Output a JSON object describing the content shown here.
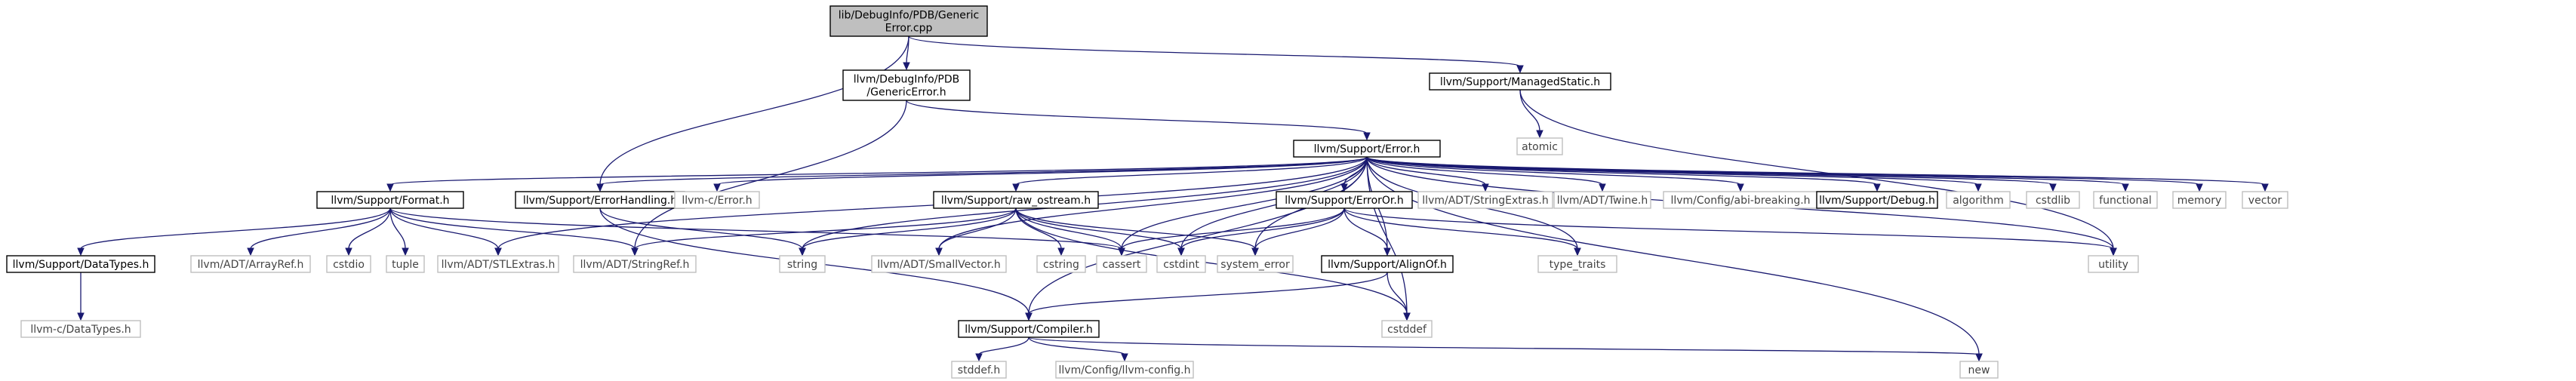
{
  "graph": {
    "colors": {
      "edge": "#191970",
      "node_border": "#000000",
      "external_border": "#bfbfbf",
      "node_text": "#000000",
      "external_text": "#444444",
      "root_fill": "#bfbfbf",
      "node_fill": "#ffffff"
    },
    "nodes": [
      {
        "id": "root",
        "lines": [
          "lib/DebugInfo/PDB/Generic",
          "Error.cpp"
        ],
        "kind": "root"
      },
      {
        "id": "pdb_generic",
        "lines": [
          "llvm/DebugInfo/PDB",
          "/GenericError.h"
        ],
        "kind": "local"
      },
      {
        "id": "managedstatic",
        "lines": [
          "llvm/Support/ManagedStatic.h"
        ],
        "kind": "local"
      },
      {
        "id": "atomic",
        "lines": [
          "atomic"
        ],
        "kind": "external"
      },
      {
        "id": "error_h",
        "lines": [
          "llvm/Support/Error.h"
        ],
        "kind": "local"
      },
      {
        "id": "format_h",
        "lines": [
          "llvm/Support/Format.h"
        ],
        "kind": "local"
      },
      {
        "id": "errorhandling",
        "lines": [
          "llvm/Support/ErrorHandling.h"
        ],
        "kind": "local"
      },
      {
        "id": "c_error",
        "lines": [
          "llvm-c/Error.h"
        ],
        "kind": "external"
      },
      {
        "id": "raw_ostream",
        "lines": [
          "llvm/Support/raw_ostream.h"
        ],
        "kind": "local"
      },
      {
        "id": "erroror",
        "lines": [
          "llvm/Support/ErrorOr.h"
        ],
        "kind": "local"
      },
      {
        "id": "stringextras",
        "lines": [
          "llvm/ADT/StringExtras.h"
        ],
        "kind": "external"
      },
      {
        "id": "twine",
        "lines": [
          "llvm/ADT/Twine.h"
        ],
        "kind": "external"
      },
      {
        "id": "abi_breaking",
        "lines": [
          "llvm/Config/abi-breaking.h"
        ],
        "kind": "external"
      },
      {
        "id": "debug_h",
        "lines": [
          "llvm/Support/Debug.h"
        ],
        "kind": "local"
      },
      {
        "id": "algorithm",
        "lines": [
          "algorithm"
        ],
        "kind": "external"
      },
      {
        "id": "cstdlib",
        "lines": [
          "cstdlib"
        ],
        "kind": "external"
      },
      {
        "id": "functional",
        "lines": [
          "functional"
        ],
        "kind": "external"
      },
      {
        "id": "memory",
        "lines": [
          "memory"
        ],
        "kind": "external"
      },
      {
        "id": "vector",
        "lines": [
          "vector"
        ],
        "kind": "external"
      },
      {
        "id": "datatypes",
        "lines": [
          "llvm/Support/DataTypes.h"
        ],
        "kind": "local"
      },
      {
        "id": "arrayref",
        "lines": [
          "llvm/ADT/ArrayRef.h"
        ],
        "kind": "external"
      },
      {
        "id": "cstdio",
        "lines": [
          "cstdio"
        ],
        "kind": "external"
      },
      {
        "id": "tuple",
        "lines": [
          "tuple"
        ],
        "kind": "external"
      },
      {
        "id": "stlextras",
        "lines": [
          "llvm/ADT/STLExtras.h"
        ],
        "kind": "external"
      },
      {
        "id": "stringref",
        "lines": [
          "llvm/ADT/StringRef.h"
        ],
        "kind": "external"
      },
      {
        "id": "string",
        "lines": [
          "string"
        ],
        "kind": "external"
      },
      {
        "id": "smallvector",
        "lines": [
          "llvm/ADT/SmallVector.h"
        ],
        "kind": "external"
      },
      {
        "id": "cstring",
        "lines": [
          "cstring"
        ],
        "kind": "external"
      },
      {
        "id": "cassert",
        "lines": [
          "cassert"
        ],
        "kind": "external"
      },
      {
        "id": "cstdint",
        "lines": [
          "cstdint"
        ],
        "kind": "external"
      },
      {
        "id": "system_error",
        "lines": [
          "system_error"
        ],
        "kind": "external"
      },
      {
        "id": "alignof",
        "lines": [
          "llvm/Support/AlignOf.h"
        ],
        "kind": "local"
      },
      {
        "id": "type_traits",
        "lines": [
          "type_traits"
        ],
        "kind": "external"
      },
      {
        "id": "utility",
        "lines": [
          "utility"
        ],
        "kind": "external"
      },
      {
        "id": "cstddef",
        "lines": [
          "cstddef"
        ],
        "kind": "external"
      },
      {
        "id": "c_datatypes",
        "lines": [
          "llvm-c/DataTypes.h"
        ],
        "kind": "external"
      },
      {
        "id": "compiler",
        "lines": [
          "llvm/Support/Compiler.h"
        ],
        "kind": "local"
      },
      {
        "id": "stddef",
        "lines": [
          "stddef.h"
        ],
        "kind": "external"
      },
      {
        "id": "llvm_config",
        "lines": [
          "llvm/Config/llvm-config.h"
        ],
        "kind": "external"
      },
      {
        "id": "new",
        "lines": [
          "new"
        ],
        "kind": "external"
      }
    ],
    "edges": [
      [
        "root",
        "pdb_generic"
      ],
      [
        "root",
        "managedstatic"
      ],
      [
        "root",
        "errorhandling"
      ],
      [
        "managedstatic",
        "atomic"
      ],
      [
        "managedstatic",
        "utility"
      ],
      [
        "pdb_generic",
        "error_h"
      ],
      [
        "pdb_generic",
        "stringref"
      ],
      [
        "error_h",
        "format_h"
      ],
      [
        "error_h",
        "errorhandling"
      ],
      [
        "error_h",
        "c_error"
      ],
      [
        "error_h",
        "raw_ostream"
      ],
      [
        "error_h",
        "erroror"
      ],
      [
        "error_h",
        "stringextras"
      ],
      [
        "error_h",
        "twine"
      ],
      [
        "error_h",
        "abi_breaking"
      ],
      [
        "error_h",
        "debug_h"
      ],
      [
        "error_h",
        "algorithm"
      ],
      [
        "error_h",
        "cstdlib"
      ],
      [
        "error_h",
        "functional"
      ],
      [
        "error_h",
        "memory"
      ],
      [
        "error_h",
        "vector"
      ],
      [
        "error_h",
        "alignof"
      ],
      [
        "error_h",
        "compiler"
      ],
      [
        "error_h",
        "stlextras"
      ],
      [
        "error_h",
        "smallvector"
      ],
      [
        "error_h",
        "string"
      ],
      [
        "error_h",
        "cassert"
      ],
      [
        "error_h",
        "cstdint"
      ],
      [
        "error_h",
        "system_error"
      ],
      [
        "error_h",
        "type_traits"
      ],
      [
        "error_h",
        "utility"
      ],
      [
        "error_h",
        "new"
      ],
      [
        "error_h",
        "cstddef"
      ],
      [
        "format_h",
        "datatypes"
      ],
      [
        "format_h",
        "arrayref"
      ],
      [
        "format_h",
        "cstdio"
      ],
      [
        "format_h",
        "tuple"
      ],
      [
        "format_h",
        "stlextras"
      ],
      [
        "format_h",
        "stringref"
      ],
      [
        "format_h",
        "cassert"
      ],
      [
        "errorhandling",
        "compiler"
      ],
      [
        "errorhandling",
        "string"
      ],
      [
        "raw_ostream",
        "stringref"
      ],
      [
        "raw_ostream",
        "string"
      ],
      [
        "raw_ostream",
        "smallvector"
      ],
      [
        "raw_ostream",
        "cstring"
      ],
      [
        "raw_ostream",
        "cassert"
      ],
      [
        "raw_ostream",
        "cstdint"
      ],
      [
        "raw_ostream",
        "system_error"
      ],
      [
        "raw_ostream",
        "cstddef"
      ],
      [
        "erroror",
        "alignof"
      ],
      [
        "erroror",
        "cassert"
      ],
      [
        "erroror",
        "system_error"
      ],
      [
        "erroror",
        "type_traits"
      ],
      [
        "erroror",
        "utility"
      ],
      [
        "erroror",
        "cstdint"
      ],
      [
        "alignof",
        "compiler"
      ],
      [
        "alignof",
        "cstddef"
      ],
      [
        "datatypes",
        "c_datatypes"
      ],
      [
        "compiler",
        "stddef"
      ],
      [
        "compiler",
        "llvm_config"
      ],
      [
        "compiler",
        "new"
      ]
    ]
  }
}
